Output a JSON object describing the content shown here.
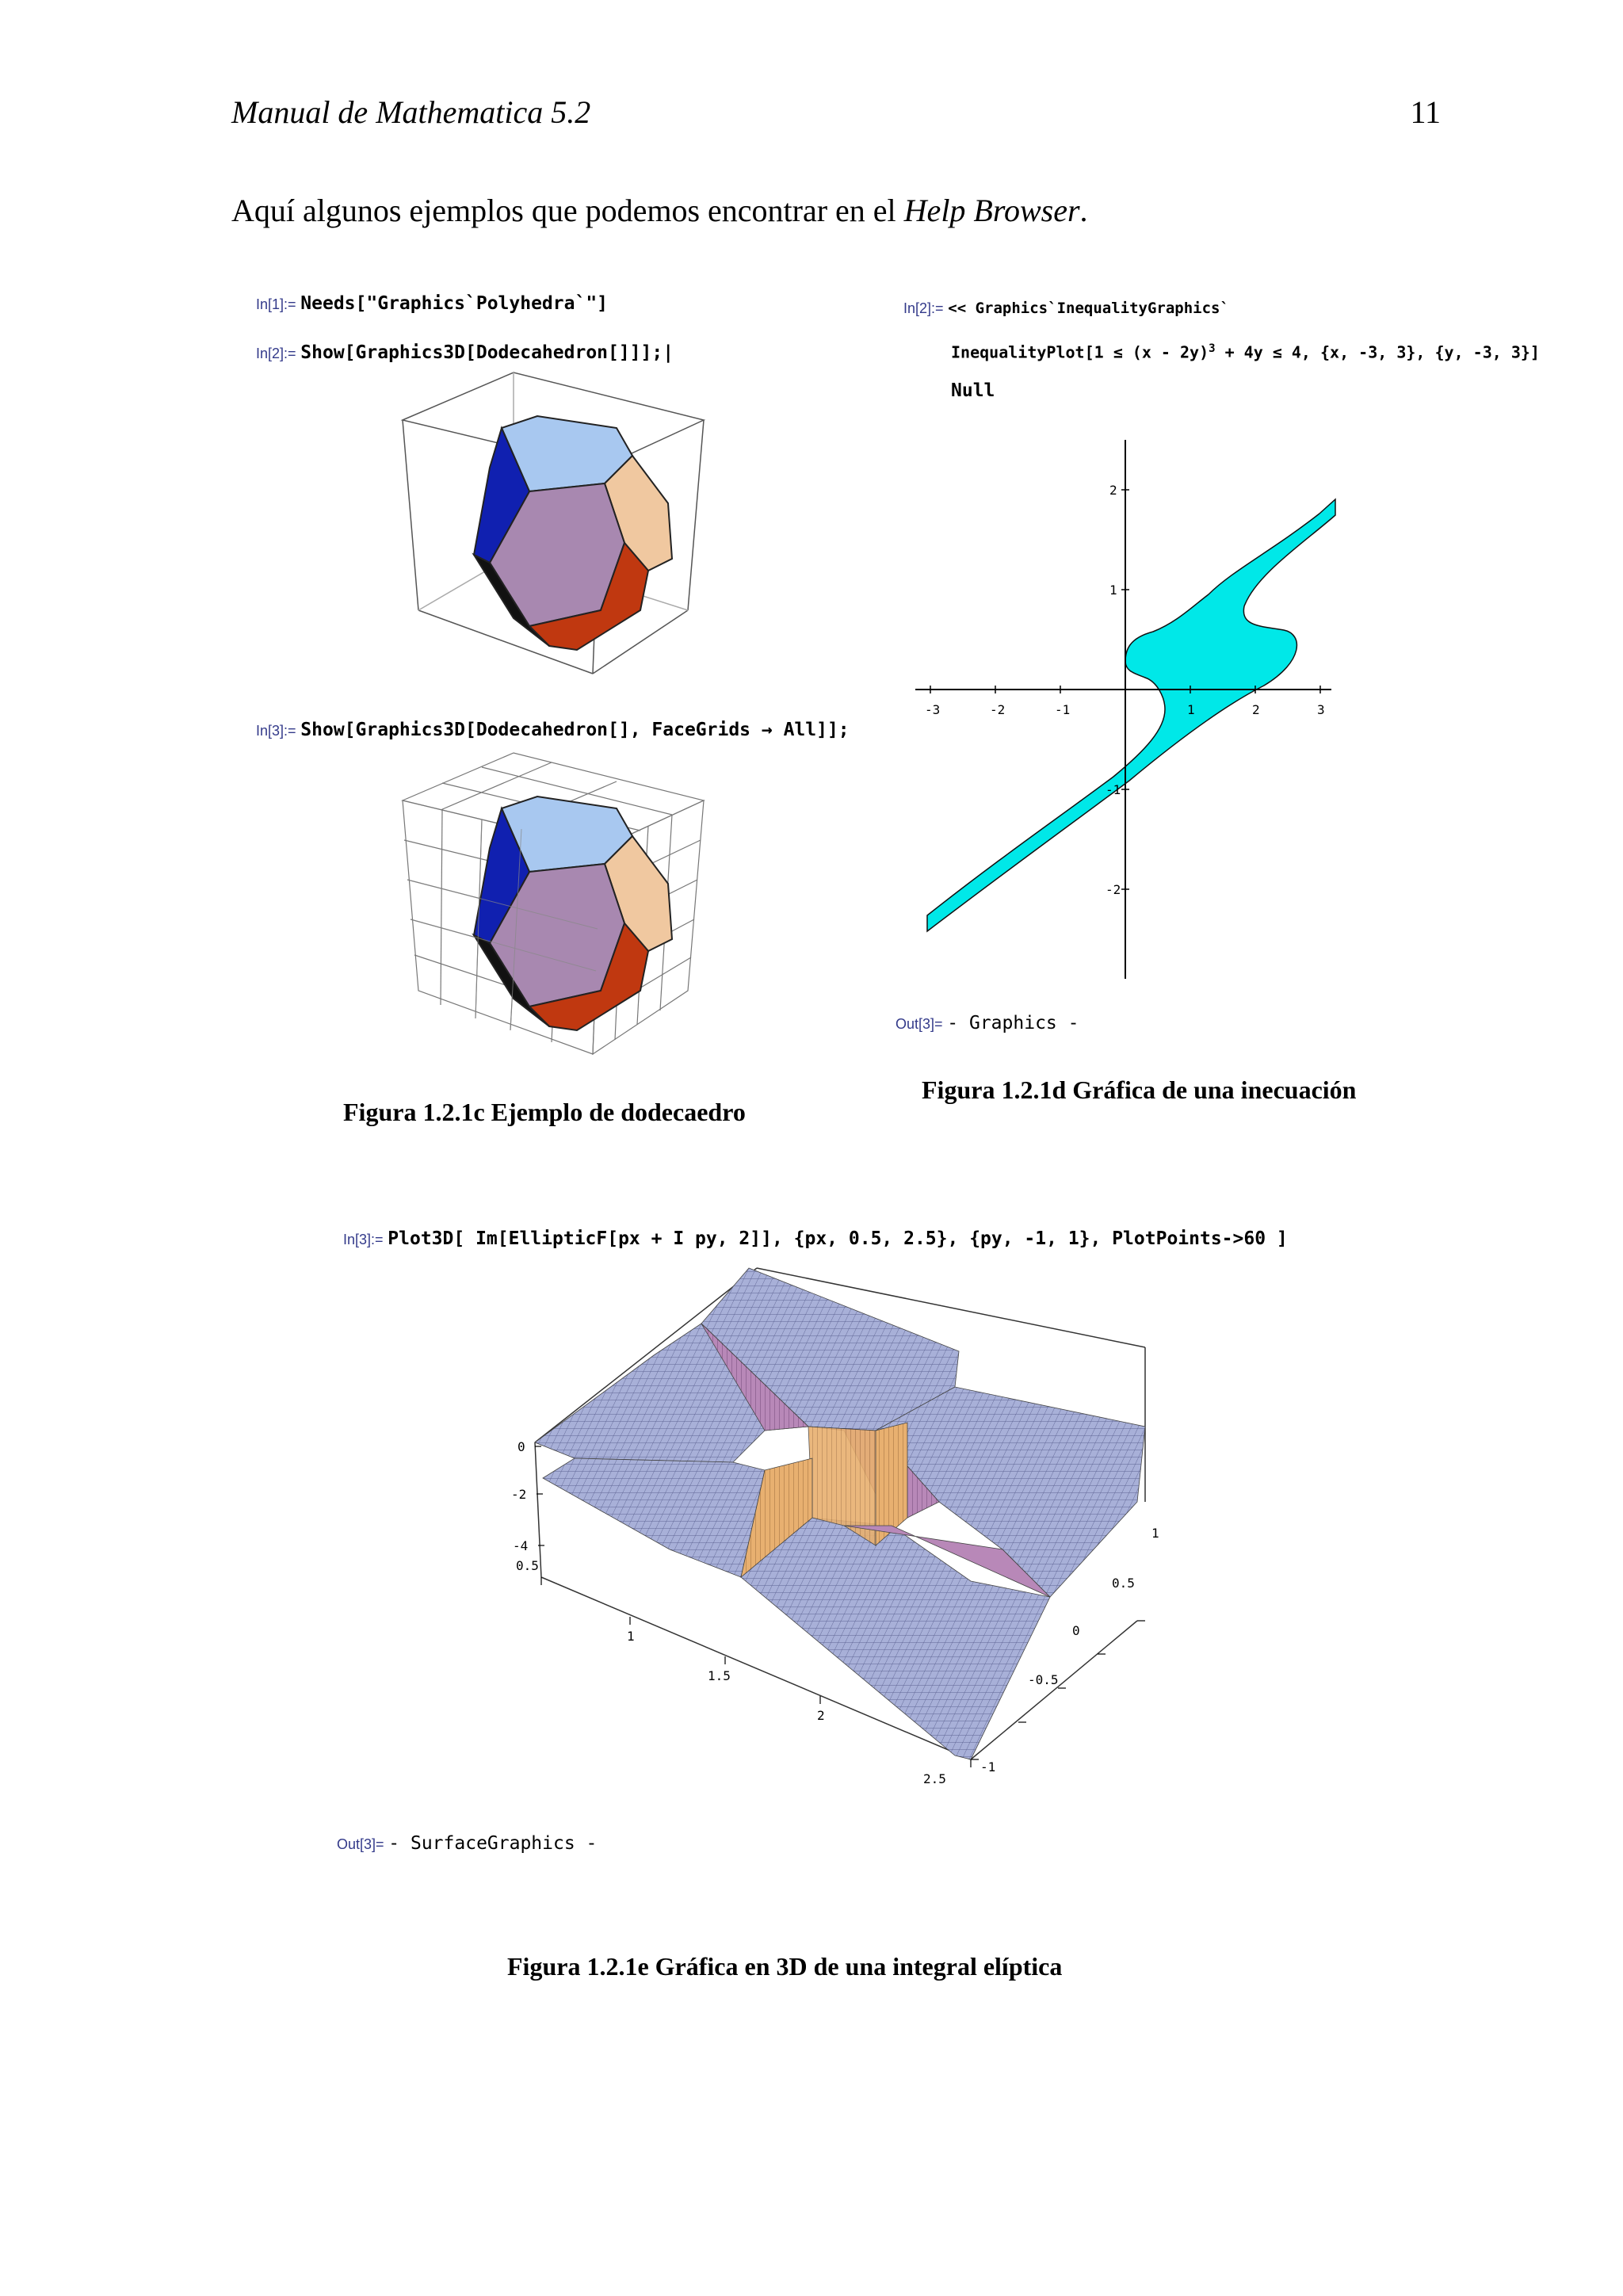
{
  "header": {
    "title": "Manual de Mathematica 5.2",
    "page_number": "11"
  },
  "intro": {
    "text": "Aquí algunos ejemplos que podemos encontrar en el ",
    "italic": "Help Browser",
    "end": "."
  },
  "panel_c": {
    "in1_prompt": "In[1]:=",
    "in1_code": "Needs[\"Graphics`Polyhedra`\"]",
    "in2_prompt": "In[2]:=",
    "in2_code": "Show[Graphics3D[Dodecahedron[]]];",
    "in3_prompt": "In[3]:=",
    "in3_code": "Show[Graphics3D[Dodecahedron[], FaceGrids → All]];",
    "caption": "Figura 1.2.1c Ejemplo de dodecaedro"
  },
  "panel_d": {
    "in2_prompt": "In[2]:=",
    "in2_code": "<< Graphics`InequalityGraphics`",
    "plot_code_head": "InequalityPlot[1 ≤ (x - 2y)",
    "plot_code_exp": "3",
    "plot_code_tail": " + 4y ≤ 4, {x, -3, 3}, {y, -3, 3}]",
    "null": "Null",
    "out_prompt": "Out[3]=",
    "out_text": "- Graphics -",
    "caption": "Figura 1.2.1d Gráfica de una inecuación",
    "x_ticks": [
      "-3",
      "-2",
      "-1",
      "1",
      "2",
      "3"
    ],
    "y_ticks": [
      "2",
      "1",
      "-1",
      "-2"
    ],
    "region_color": "#00e8e8"
  },
  "panel_e": {
    "in_prompt": "In[3]:=",
    "in_code": "Plot3D[ Im[EllipticF[px + I py, 2]], {px, 0.5, 2.5}, {py, -1, 1}, PlotPoints->60 ]",
    "out_prompt": "Out[3]=",
    "out_text": "- SurfaceGraphics -",
    "caption": "Figura 1.2.1e Gráfica en 3D de una integral elíptica",
    "z_ticks": [
      "0",
      "-2",
      "-4"
    ],
    "x_ticks": [
      "0.5",
      "1",
      "1.5",
      "2",
      "2.5"
    ],
    "y_ticks": [
      "1",
      "0.5",
      "0",
      "-0.5",
      "-1"
    ]
  },
  "colors": {
    "prompt": "#333a8a",
    "dodeca_top": "#a8c8f0",
    "dodeca_front": "#a888b0",
    "dodeca_side": "#f0c8a0",
    "dodeca_left": "#1020b0",
    "dodeca_bottom": "#c03810",
    "surface": "#a8b0d8",
    "surface_wall": "#e8b070"
  }
}
